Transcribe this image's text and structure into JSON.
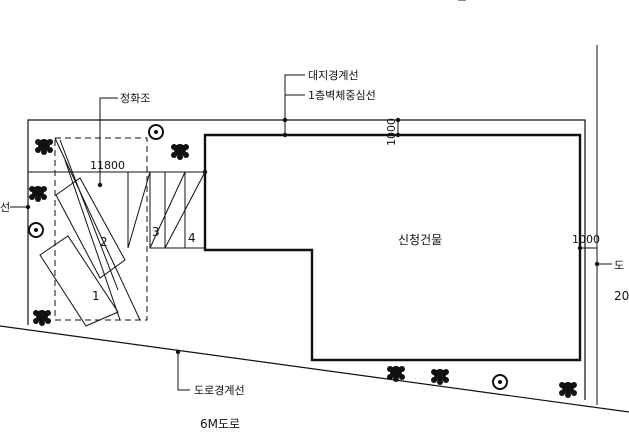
{
  "labels": {
    "site_boundary": "대지경계선",
    "first_floor_wall_center": "1층벽체중심선",
    "septic_tank": "정화조",
    "road_boundary": "도로경계선",
    "road": "6M도로",
    "building": "신청건물",
    "left_cut_text": "선",
    "right_cut_text": "도",
    "right_cut_number": "20"
  },
  "dimensions": {
    "top_setback": "1000",
    "right_setback": "1000",
    "width": "11800"
  },
  "parking_numbers": [
    "1",
    "2",
    "3",
    "4"
  ],
  "colors": {
    "ink": "#111111",
    "background": "#ffffff"
  }
}
